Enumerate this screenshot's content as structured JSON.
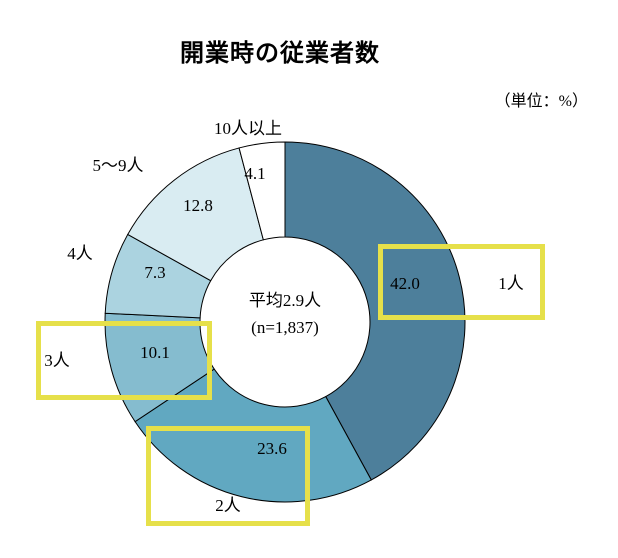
{
  "chart_data": {
    "type": "pie",
    "subtype": "donut",
    "title": "開業時の従業者数",
    "unit": "（単位：%）",
    "categories": [
      "1人",
      "2人",
      "3人",
      "4人",
      "5〜9人",
      "10人以上"
    ],
    "values": [
      42.0,
      23.6,
      10.1,
      7.3,
      12.8,
      4.1
    ],
    "colors": [
      "#4d7f9b",
      "#61a8c1",
      "#85bccf",
      "#abd3e0",
      "#d9ecf2",
      "#ffffff"
    ],
    "start_angle_deg": 0,
    "direction": "clockwise",
    "center_label_line1": "平均2.9人",
    "center_label_line2": "(n=1,837)",
    "highlighted_categories": [
      "1人",
      "2人",
      "3人"
    ]
  },
  "highlight_color": "#e6e04a",
  "text_color": "#000000",
  "outline_color": "#000000"
}
